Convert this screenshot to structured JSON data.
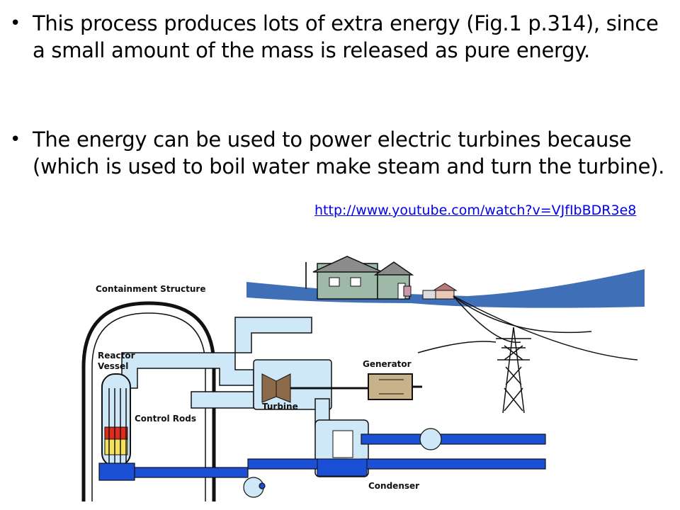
{
  "slide": {
    "bullets": [
      "This process produces lots of extra energy (Fig.1 p.314), since a small amount of the mass is released as pure energy.",
      "The energy can be used to power electric turbines because (which is used to boil water make steam and turn the turbine)."
    ],
    "bullet_glyph": "•",
    "link_text": "http://www.youtube.com/watch?v=VJfIbBDR3e8"
  },
  "diagram": {
    "labels": {
      "containment": "Containment Structure",
      "reactor": "Reactor",
      "vessel": "Vessel",
      "control_rods": "Control Rods",
      "turbine": "Turbine",
      "generator": "Generator",
      "condenser": "Condenser"
    },
    "colors": {
      "steam": "#cfe8f7",
      "water": "#1a4fd6",
      "outline": "#111111",
      "land": "#3f6fb6",
      "core_hot": "#e02b1a",
      "core_warm": "#f6e25a"
    }
  }
}
